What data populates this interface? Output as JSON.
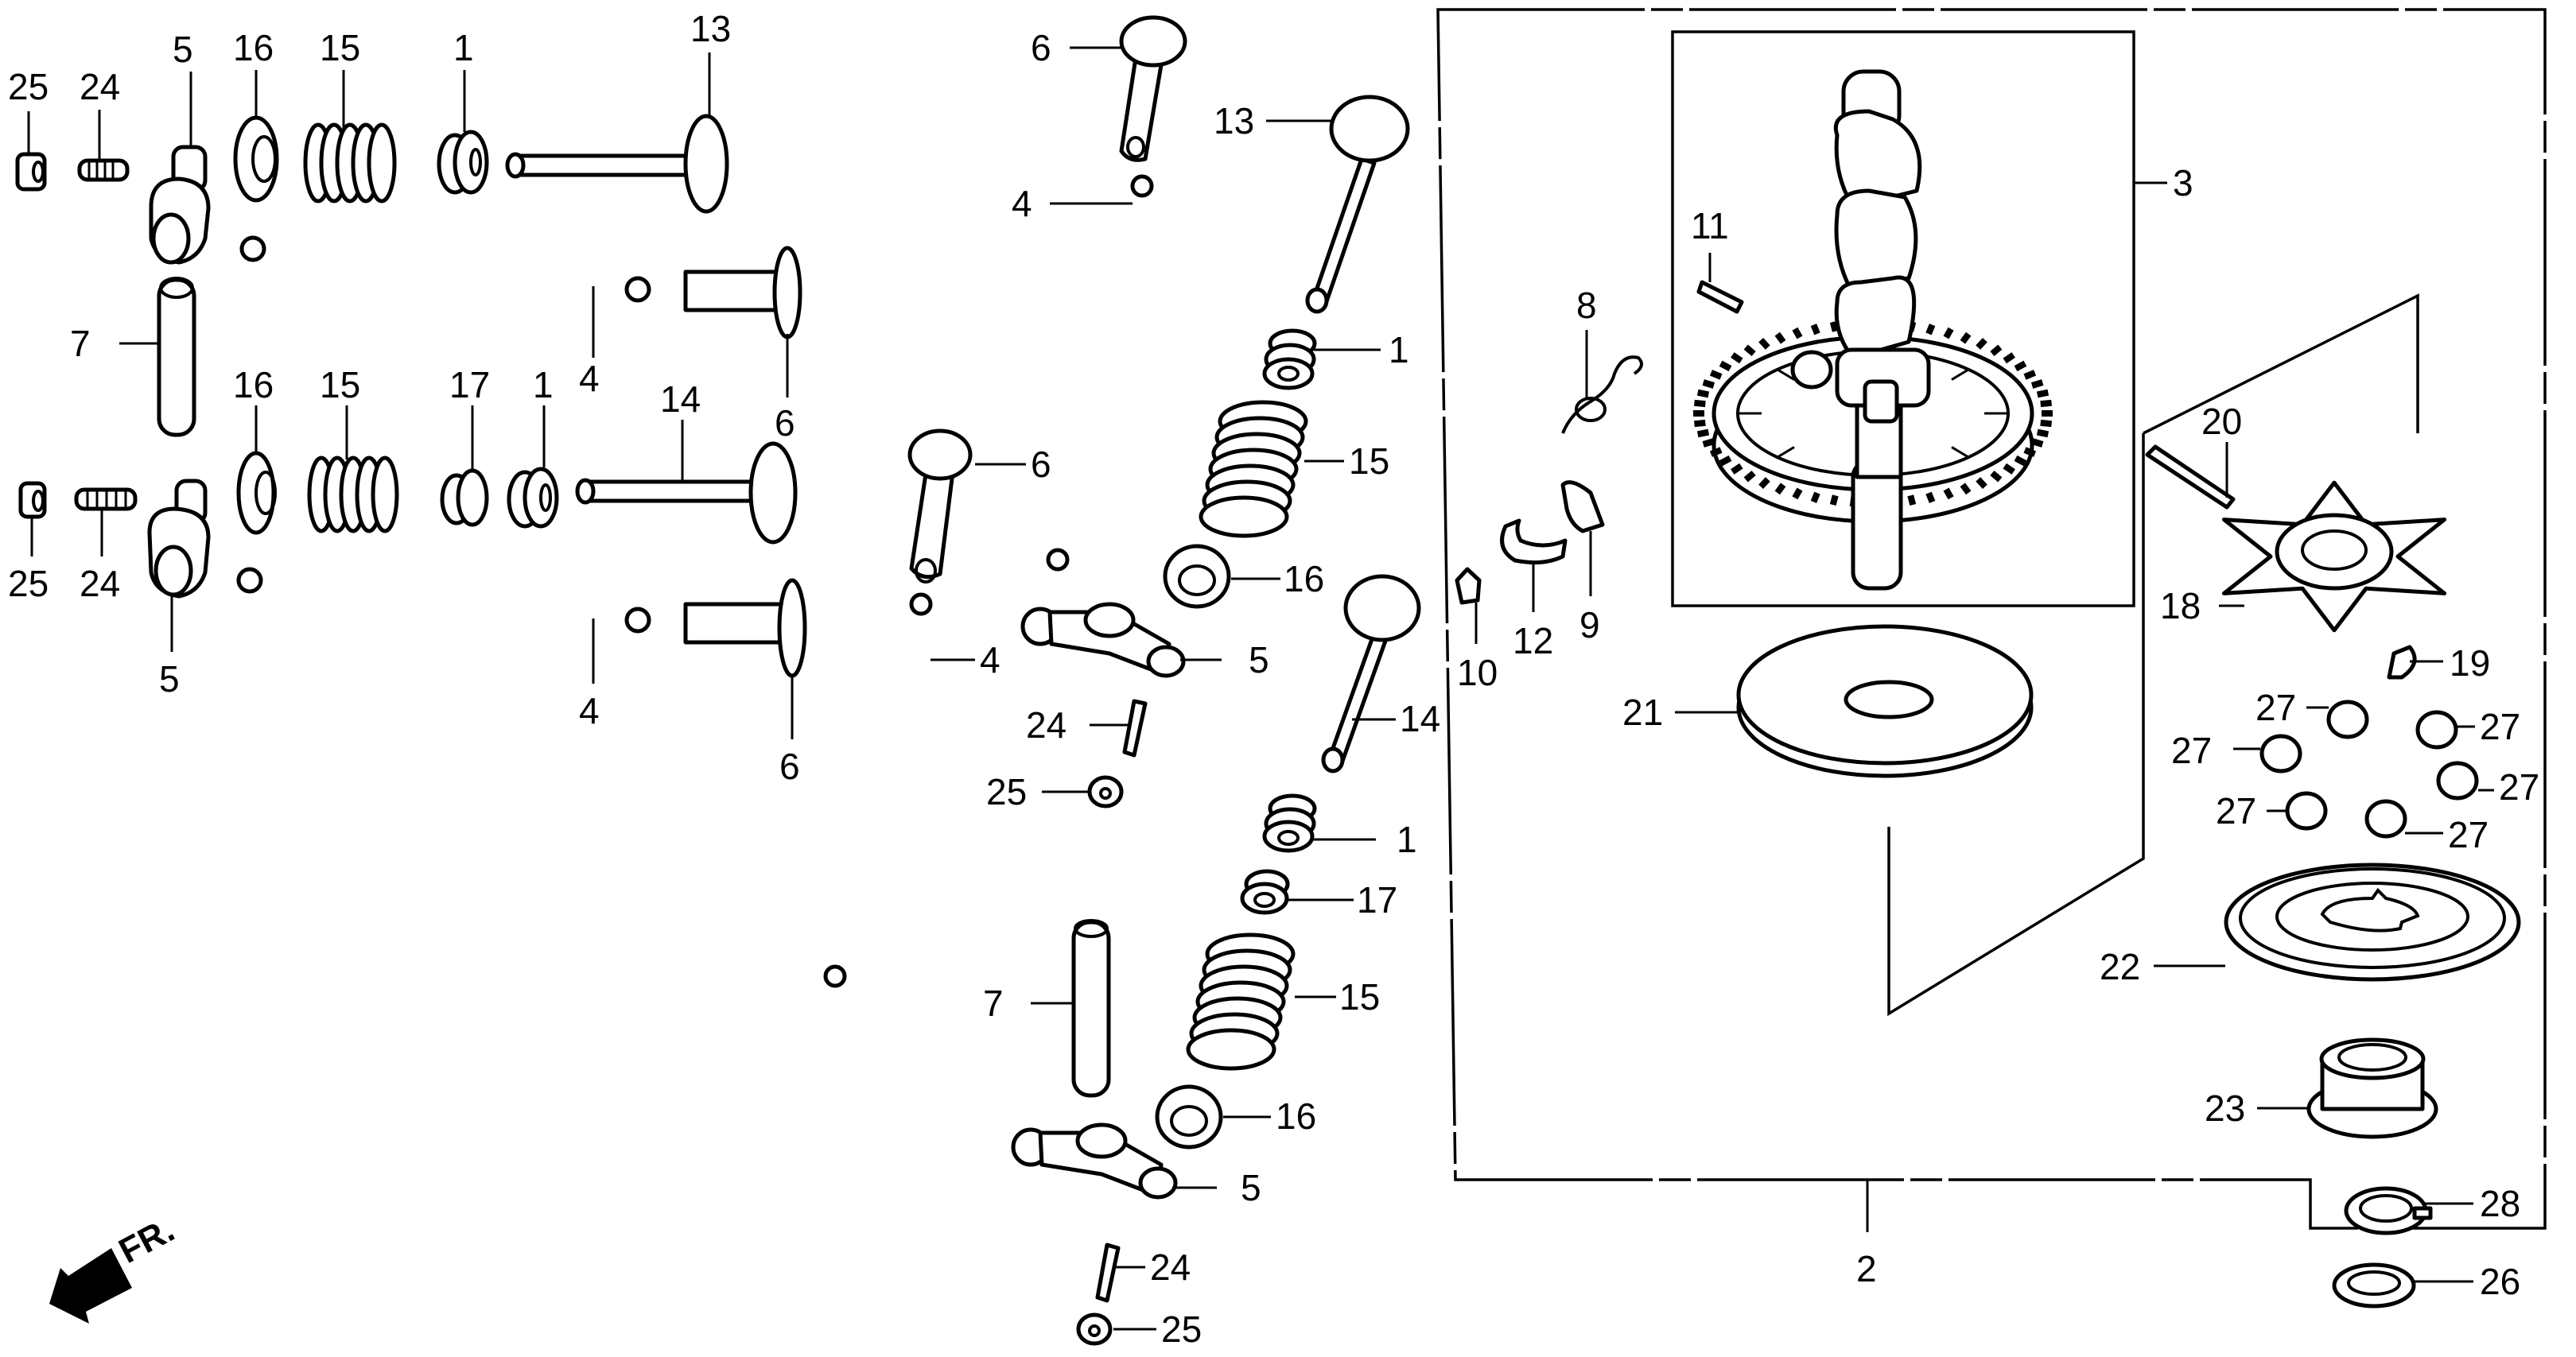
{
  "diagram": {
    "title": "",
    "frame_label": "2",
    "direction_indicator": {
      "text": "FR.",
      "icon": "front-direction-arrow-icon"
    },
    "callouts": {
      "left_top": {
        "nut": "25",
        "adjuster_screw": "24",
        "rocker_arm": "5",
        "retainer": "16",
        "spring": "15",
        "seal": "1",
        "valve_in": "13",
        "push_rod": "4",
        "lifter": "6",
        "guide_pin": "7"
      },
      "left_bottom": {
        "nut": "25",
        "adjuster_screw": "24",
        "rocker_arm": "5",
        "retainer": "16",
        "spring": "15",
        "rotator": "17",
        "seal": "1",
        "valve_ex": "14",
        "push_rod": "4",
        "lifter_upper": "6",
        "lifter_lower": "6"
      },
      "center": {
        "lifter_top": "6",
        "push_rod_top": "4",
        "valve_in": "13",
        "seal_top": "1",
        "spring_top": "15",
        "lifter_mid": "6",
        "retainer_top": "16",
        "push_rod_bottom": "4",
        "rocker_top": "5",
        "screw_top": "24",
        "nut_top": "25",
        "valve_ex": "14",
        "seal_bottom": "1",
        "rotator": "17",
        "guide_pin": "7",
        "spring_bottom": "15",
        "retainer_bottom": "16",
        "rocker_bottom": "5",
        "screw_bottom": "24",
        "nut_bottom": "25"
      },
      "right": {
        "camshaft_assy": "3",
        "pin": "11",
        "spring": "8",
        "weight": "9",
        "collar": "12",
        "clip": "10",
        "washer": "21",
        "pin_20": "20",
        "plate": "18",
        "key": "19",
        "balls": [
          "27",
          "27",
          "27",
          "27",
          "27",
          "27"
        ],
        "cup": "22",
        "bush": "23",
        "circlip": "28",
        "washer_26": "26"
      }
    },
    "parts_list": [
      "1",
      "2",
      "3",
      "4",
      "5",
      "6",
      "7",
      "8",
      "9",
      "10",
      "11",
      "12",
      "13",
      "14",
      "15",
      "16",
      "17",
      "18",
      "19",
      "20",
      "21",
      "22",
      "23",
      "24",
      "25",
      "26",
      "27",
      "28"
    ]
  }
}
